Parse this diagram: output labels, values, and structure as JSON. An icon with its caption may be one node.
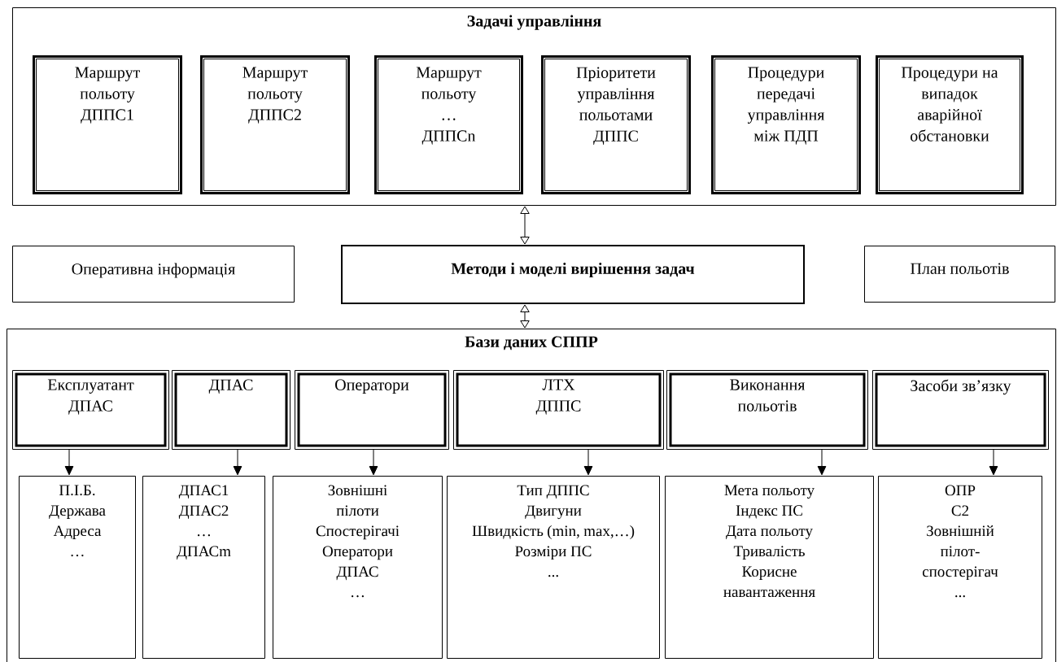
{
  "diagram": {
    "nodes": [
      {
        "text": [
          "Задачі управління"
        ]
      },
      {
        "text": [
          "Маршрут польоту ДППС1"
        ],
        "in": 0
      },
      {
        "text": [
          "Маршрут польоту ДППС2"
        ],
        "in": 0
      },
      {
        "text": [
          "Маршрут польоту … ДППСn"
        ],
        "in": 0
      },
      {
        "text": [
          "Пріоритети управління польотами ДППС"
        ],
        "in": 0
      },
      {
        "text": [
          "Процедури передачі управління між ПДП"
        ],
        "in": 0
      },
      {
        "text": [
          "Процедури на випадок аварійної обстановки"
        ],
        "in": 0
      },
      {
        "text": [
          "Оперативна інформація"
        ]
      },
      {
        "text": [
          "Методи і моделі вирішення задач"
        ]
      },
      {
        "text": [
          "План польотів"
        ]
      },
      {
        "text": [
          "Бази даних СППР"
        ]
      },
      {
        "text": [
          "Експлуатант ДПАС"
        ],
        "in": 10
      },
      {
        "text": [
          "ДПАС"
        ],
        "in": 10
      },
      {
        "text": [
          "Оператори"
        ],
        "in": 10
      },
      {
        "text": [
          "ЛТХ ДППС"
        ],
        "in": 10
      },
      {
        "text": [
          "Виконання польотів"
        ],
        "in": 10
      },
      {
        "text": [
          "Засоби зв’язку"
        ],
        "in": 10
      },
      {
        "text": [
          "П.І.Б.",
          "Держава",
          "Адреса",
          "…"
        ],
        "in": 10
      },
      {
        "text": [
          "ДПАС1",
          "ДПАС2",
          "…",
          "ДПАСm"
        ],
        "in": 10
      },
      {
        "text": [
          "Зовнішні пілоти",
          "Спостерігачі",
          "Оператори ДПАС",
          "…"
        ],
        "in": 10
      },
      {
        "text": [
          "Тип ДППС",
          "Двигуни",
          "Швидкість (min, max,…)",
          "Розміри ПС",
          "..."
        ],
        "in": 10
      },
      {
        "text": [
          "Мета польоту",
          "Індекс ПС",
          "Дата польоту",
          "Тривалість",
          "Корисне навантаження"
        ],
        "in": 10
      },
      {
        "text": [
          "ОПР",
          "C2",
          "Зовнішній пілот-спостерігач",
          "..."
        ],
        "in": 10
      }
    ],
    "edges": [
      {
        "from": 8,
        "to": 0,
        "arrow": "both"
      },
      {
        "from": 8,
        "to": 10,
        "arrow": "both"
      },
      {
        "from": 11,
        "to": 17,
        "arrow": "to"
      },
      {
        "from": 12,
        "to": 18,
        "arrow": "to"
      },
      {
        "from": 13,
        "to": 19,
        "arrow": "to"
      },
      {
        "from": 14,
        "to": 20,
        "arrow": "to"
      },
      {
        "from": 15,
        "to": 21,
        "arrow": "to"
      },
      {
        "from": 16,
        "to": 22,
        "arrow": "to"
      }
    ]
  }
}
